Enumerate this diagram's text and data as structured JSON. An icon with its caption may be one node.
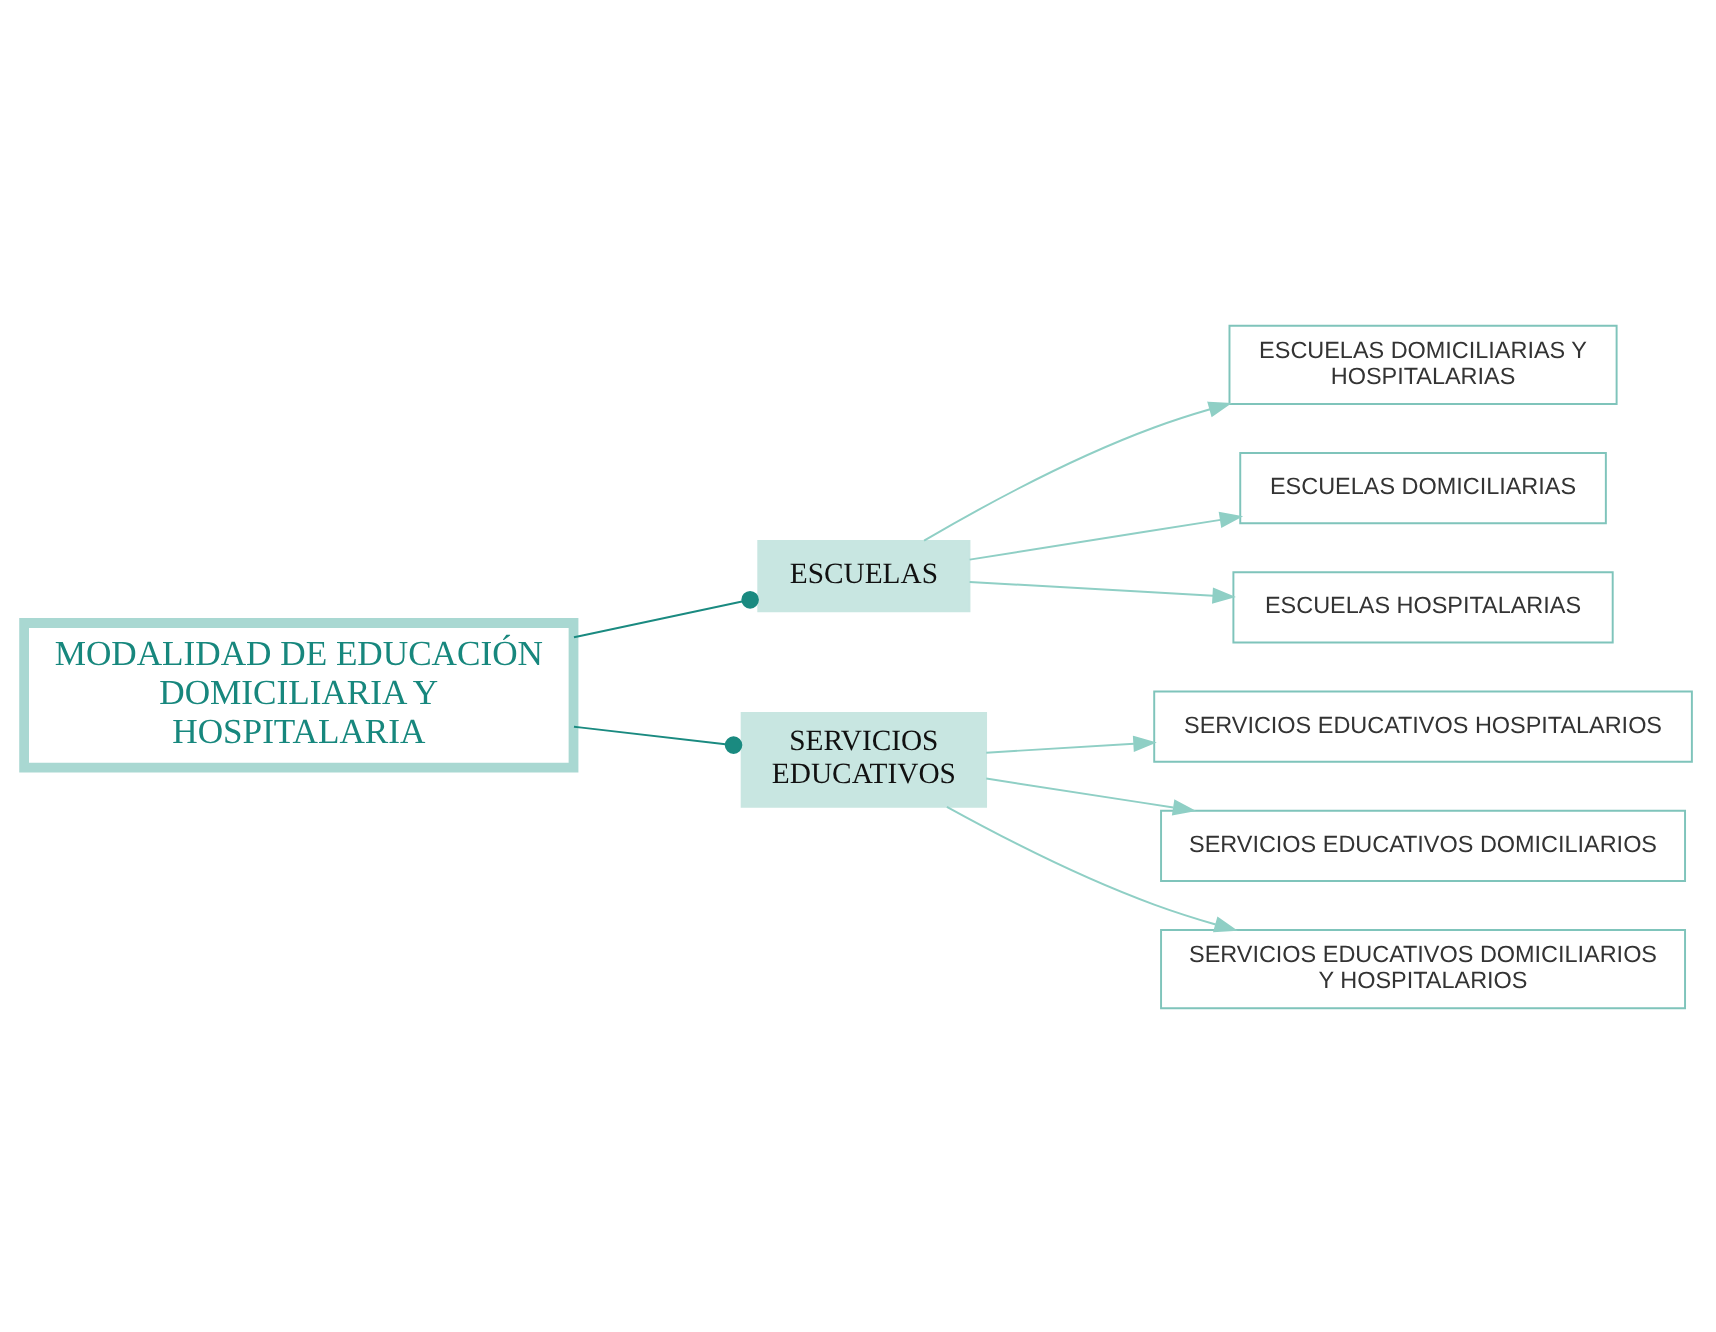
{
  "diagram": {
    "nodes": [
      {
        "text": [
          "MODALIDAD DE EDUCACIÓN DOMICILIARIA Y HOSPITALARIA"
        ]
      },
      {
        "text": [
          "ESCUELAS"
        ]
      },
      {
        "text": [
          "SERVICIOS EDUCATIVOS"
        ]
      },
      {
        "text": [
          "ESCUELAS DOMICILIARIAS Y HOSPITALARIAS"
        ]
      },
      {
        "text": [
          "ESCUELAS DOMICILIARIAS"
        ]
      },
      {
        "text": [
          "ESCUELAS HOSPITALARIAS"
        ]
      },
      {
        "text": [
          "SERVICIOS EDUCATIVOS HOSPITALARIOS"
        ]
      },
      {
        "text": [
          "SERVICIOS EDUCATIVOS DOMICILIARIOS"
        ]
      },
      {
        "text": [
          "SERVICIOS EDUCATIVOS DOMICILIARIOS Y HOSPITALARIOS"
        ]
      }
    ],
    "edges": [
      {
        "from": 0,
        "to": 1,
        "arrow": "other",
        "color": "#1a8a80"
      },
      {
        "from": 0,
        "to": 2,
        "arrow": "other",
        "color": "#1a8a80"
      },
      {
        "from": 1,
        "to": 3,
        "arrow": "to"
      },
      {
        "from": 1,
        "to": 4,
        "arrow": "to"
      },
      {
        "from": 1,
        "to": 5,
        "arrow": "to"
      },
      {
        "from": 2,
        "to": 6,
        "arrow": "to"
      },
      {
        "from": 2,
        "to": 7,
        "arrow": "to"
      },
      {
        "from": 2,
        "to": 8,
        "arrow": "to"
      }
    ]
  }
}
